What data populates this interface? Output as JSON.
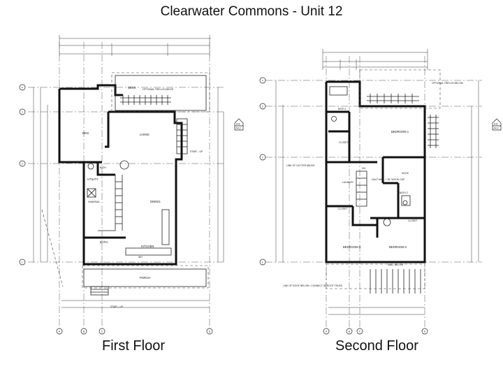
{
  "title": "Clearwater Commons  - Unit 12",
  "captions": {
    "first": "First Floor",
    "second": "Second Floor"
  },
  "first_floor": {
    "rooms": {
      "den": "DEN",
      "living": "LIVING",
      "dining": "DINING",
      "kitchen": "KITCHEN",
      "bath": "BATH",
      "utility": "UTILITY",
      "porch": "PORCH",
      "deck": "DECK",
      "bath_small": "BATH",
      "wh": "WH"
    },
    "notes": {
      "stair_up": "STAIR – UP",
      "trellis": "OPTIONAL TRELLIS ABOVE",
      "handrail": "HANDRAIL",
      "stair_bottom": "STAIR – UP"
    },
    "grid_letters": [
      "A",
      "B",
      "C",
      "D"
    ],
    "grid_numbers": [
      "4",
      "3",
      "2",
      "1"
    ]
  },
  "second_floor": {
    "rooms": {
      "bedroom1": "BEDROOM 1",
      "bedroom2": "BEDROOM 2",
      "bedroom3": "BEDROOM 3",
      "bath1": "BATH 1",
      "bath2": "BATH 2",
      "closet_a": "CLOSET",
      "closet_b": "CLOSET",
      "closet_c": "CLOSET",
      "laundry": "LAUNDRY",
      "nook": "NOOK",
      "dn": "DN"
    },
    "notes": {
      "half_wall": "HALF WALL + 36\" WOOD CAP",
      "wall_below": "WALL BELOW",
      "gutter": "LINE OF GUTTER ABOVE",
      "trellis": "OPTIONAL TRELLIS BELOW",
      "roof_below": "LINE OF ROOF BELOW • CONNECT W/ ROOF TRUSS"
    },
    "grid_letters": [
      "A",
      "B",
      "C",
      "D"
    ],
    "grid_numbers": [
      "4",
      "3",
      "2",
      "1"
    ]
  },
  "section_tags": [
    "A-8",
    "A4.2",
    "A-8",
    "A4.2"
  ]
}
